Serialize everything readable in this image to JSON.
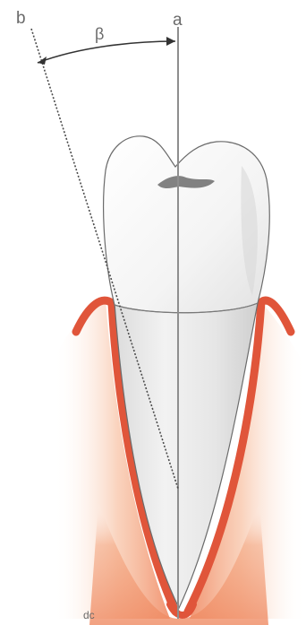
{
  "labels": {
    "point_b": "b",
    "point_a": "a",
    "angle": "β",
    "corner_mark": "dc"
  },
  "colors": {
    "gingiva": "#e0553a",
    "gingiva_light": "#f6b591",
    "axis_line": "#8e8e8e",
    "tooth_outline": "#6b6b6b",
    "tooth_fill": "#f5f5f5",
    "root_fill": "#e9e9e9",
    "label_color": "#6a6a6a"
  }
}
